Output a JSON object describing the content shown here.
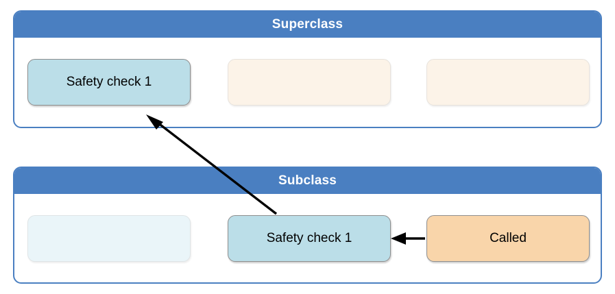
{
  "diagram": {
    "title_superclass": "Superclass",
    "title_subclass": "Subclass",
    "colors": {
      "container_border": "#4a7fc1",
      "header_bg": "#4a7fc1",
      "header_text": "#ffffff",
      "highlight_blue": "#bbdee8",
      "empty_cream": "#fcf3e8",
      "empty_paleblue": "#eaf5f9",
      "called_orange": "#f9d5aa",
      "box_border": "#8e8e8e",
      "arrow": "#000000"
    }
  },
  "superclass": {
    "header": "Superclass",
    "methods": [
      {
        "label": "Safety check 1",
        "style": "blue"
      },
      {
        "label": "",
        "style": "cream"
      },
      {
        "label": "",
        "style": "cream"
      }
    ]
  },
  "subclass": {
    "header": "Subclass",
    "methods": [
      {
        "label": "",
        "style": "paleblue"
      },
      {
        "label": "Safety check 1",
        "style": "blue"
      },
      {
        "label": "Called",
        "style": "orange"
      }
    ]
  },
  "arrows": [
    {
      "name": "call-into-superclass-arrow",
      "from": "subclass-safety-check-1",
      "to": "superclass-safety-check-1",
      "direction": "up-left"
    },
    {
      "name": "called-arrow",
      "from": "called-box",
      "to": "subclass-safety-check-1",
      "direction": "left"
    }
  ]
}
